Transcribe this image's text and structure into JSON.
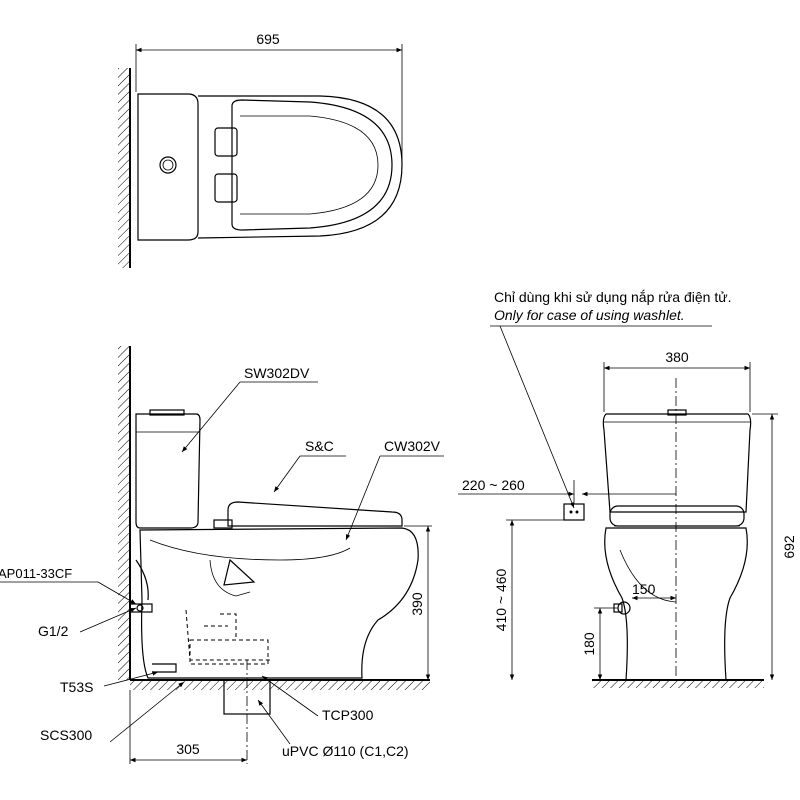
{
  "top_view": {
    "width_dim": "695"
  },
  "side_view": {
    "parts": {
      "tank": "SW302DV",
      "seat": "S&C",
      "bowl": "CW302V",
      "angle_valve": "AP011-33CF",
      "inlet": "G1/2",
      "hose": "T53S",
      "fixing": "SCS300",
      "flange": "TCP300",
      "drain": "uPVC Ø110 (C1,C2)"
    },
    "dims": {
      "rough_in": "305",
      "seat_height": "390"
    }
  },
  "front_view": {
    "note_vi": "Chỉ dùng khi sử dụng nắp rửa điện tử.",
    "note_en": "Only for case of using washlet.",
    "dims": {
      "tank_width": "380",
      "socket_offset": "220 ~ 260",
      "socket_height": "410 ~ 460",
      "total_height": "692",
      "supply_offset": "150",
      "supply_height": "180"
    }
  }
}
